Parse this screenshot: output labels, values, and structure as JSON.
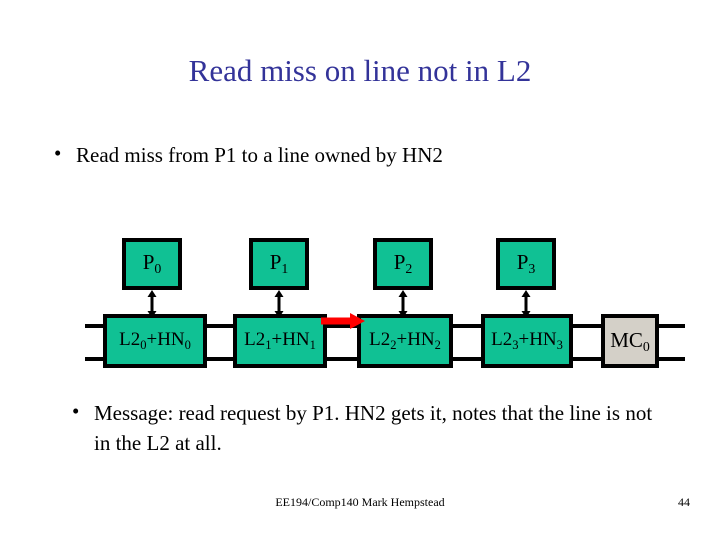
{
  "slide": {
    "title": "Read miss on line not in L2",
    "title_color": "#333399",
    "background": "#ffffff"
  },
  "bullets": [
    {
      "marker": "•",
      "text": "Read miss from P1 to a line owned by HN2"
    },
    {
      "marker": "•",
      "text": "Message: read request by P1. HN2 gets it, notes that the line is not in the L2 at all."
    }
  ],
  "diagram": {
    "node_fill": "#10c194",
    "memory_fill": "#d4d0c8",
    "stroke": "#000000",
    "arrow_color": "#ff0000",
    "processors": [
      {
        "base": "P",
        "sub": "0"
      },
      {
        "base": "P",
        "sub": "1"
      },
      {
        "base": "P",
        "sub": "2"
      },
      {
        "base": "P",
        "sub": "3"
      }
    ],
    "nodes": [
      {
        "l2": "L2",
        "l2sub": "0",
        "plus": "+",
        "hn": "HN",
        "hnsub": "0"
      },
      {
        "l2": "L2",
        "l2sub": "1",
        "plus": "+",
        "hn": "HN",
        "hnsub": "1"
      },
      {
        "l2": "L2",
        "l2sub": "2",
        "plus": "+",
        "hn": "HN",
        "hnsub": "2"
      },
      {
        "l2": "L2",
        "l2sub": "3",
        "plus": "+",
        "hn": "HN",
        "hnsub": "3"
      }
    ],
    "memory": {
      "base": "MC",
      "sub": "0"
    },
    "message_arrow": {
      "from": "L2_1+HN_1",
      "to": "L2_2+HN_2",
      "direction": "right"
    }
  },
  "footer": {
    "credit": "EE194/Comp140 Mark Hempstead",
    "page": "44"
  }
}
